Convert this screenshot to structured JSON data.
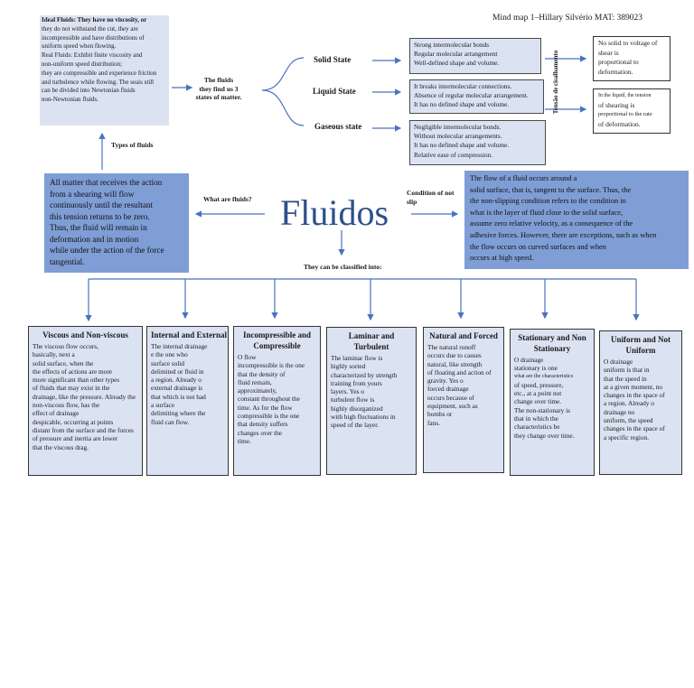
{
  "header": "Mind map 1–Hillary Silvério MAT: 389023",
  "ideal_box": [
    "Ideal Fluids: They have no viscosity, or",
    "they do not withstand the cut, they are",
    "incompressible and have distributions of",
    "uniform speed when flowing.",
    "Real Fluids: Exhibit finite viscosity and",
    "non-uniform speed distribution;",
    "they are compressible and experience friction",
    "and turbulence while flowing. The seais still",
    "can be divided into Newtonian fluids",
    "non-Newtonian fluids."
  ],
  "fluids_label": [
    "The fluids",
    "they find us 3",
    "states of matter."
  ],
  "states": {
    "solid": "Solid State",
    "liquid": "Liquid State",
    "gas": "Gaseous state"
  },
  "solid_props": [
    "Strong intermolecular bonds",
    "Regular molecular arrangement",
    "Well-defined shape and volume."
  ],
  "liquid_props": [
    "It breaks intermolecular connections.",
    "Absence of regular molecular arrangement.",
    "It has no defined shape and volume."
  ],
  "gas_props": [
    "Negligible intermolecular bonds.",
    "Without molecular arrangements.",
    "It has no defined shape and volume.",
    "Relative ease of compression."
  ],
  "tensao": "Tensão de cisalhamento",
  "shear_solid": [
    "No solid to voltage of",
    "shear is",
    "proportional to",
    "deformation."
  ],
  "shear_liquid": [
    "In the liquid, the tension",
    "of shearing is",
    "proportional to the rate",
    "of deformation."
  ],
  "types_label": "Types of fluids",
  "what_label": "What are fluids?",
  "condition_label": [
    "Condition of not",
    "slip"
  ],
  "classified_label": "They can be classified into:",
  "title": "Fluidos",
  "left_def": [
    "All matter that receives the action",
    "from a shearing will flow",
    "continuously until the resultant",
    "this tension returns to be zero.",
    "Thus, the fluid will remain in",
    "deformation and in motion",
    "while under the action of the force",
    "tangential."
  ],
  "right_def": [
    "The flow of a fluid occurs around a",
    "solid surface, that is, tangent to the surface. Thus, the",
    "the non-slipping condition refers to the condition in",
    "what is the layer of fluid close to the solid surface,",
    "assume zero relative velocity, as a consequence of the",
    "adhesive forces. However, there are exceptions, such as when",
    "the flow occurs on curved surfaces and when",
    "occurs at high speed."
  ],
  "categories": [
    {
      "title": "Viscous and Non-viscous",
      "lines": [
        "The viscous flow occurs,",
        "basically, next a",
        "solid surface, when the",
        "the effects of actions are more",
        "more significant than other types",
        "of fluids that may exist in the",
        "drainage, like the pressure. Already the",
        "non-viscous flow, has the",
        "effect of drainage",
        "despicable, occurring at points",
        "distant from the surface and the forces",
        "of pressure and inertia are lower",
        "that the viscous drag."
      ]
    },
    {
      "title": "Internal and External",
      "lines": [
        "The internal drainage",
        "e the one who",
        "surface solid",
        "delimited or fluid in",
        "a region. Already o",
        "external drainage is",
        "that which is not had",
        "a surface",
        "delimiting where the",
        "fluid can flow."
      ]
    },
    {
      "title": "Incompressible and Compressible",
      "lines": [
        "O flow",
        "incompressible is the one",
        "that the density of",
        "fluid remain,",
        "approximately,",
        "constant throughout the",
        "time. As for the flow",
        "compressible is the one",
        "that density suffers",
        "changes over the",
        "time."
      ]
    },
    {
      "title": "Laminar and Turbulent",
      "lines": [
        "The laminar flow is",
        "highly sorted",
        "characterized by strength",
        "training from yours",
        "layers. Yes o",
        "turbulent flow is",
        "highly disorganized",
        "with high fluctuations in",
        "speed of the layer."
      ]
    },
    {
      "title": "Natural and Forced",
      "lines": [
        "The natural runoff",
        "occurs due to causes",
        "natural, like strength",
        "of floating and action of",
        "gravity. Yes o",
        "forced drainage",
        "occurs because of",
        "equipment, such as",
        "bombs or",
        "fans."
      ]
    },
    {
      "title": "Stationary and Non Stationary",
      "lines": [
        "O drainage",
        "stationary is one",
        "what are the characteristics",
        "of speed, pressure,",
        "etc., at a point not",
        "change over time.",
        "The non-stationary is",
        "that in which the",
        "characteristics be",
        "they change over time."
      ]
    },
    {
      "title": "Uniform and Not Uniform",
      "lines": [
        "O drainage",
        "uniform is that in",
        "that the speed in",
        "at a given moment, no",
        "changes in the space of",
        "a region. Already o",
        "drainage no",
        "uniform, the speed",
        "changes in the space of",
        "a specific region."
      ]
    }
  ],
  "colors": {
    "connector": "#4a72c0",
    "box_fill": "#dbe3f3",
    "def_fill": "#7f9ed6",
    "title": "#2e4f8a"
  }
}
